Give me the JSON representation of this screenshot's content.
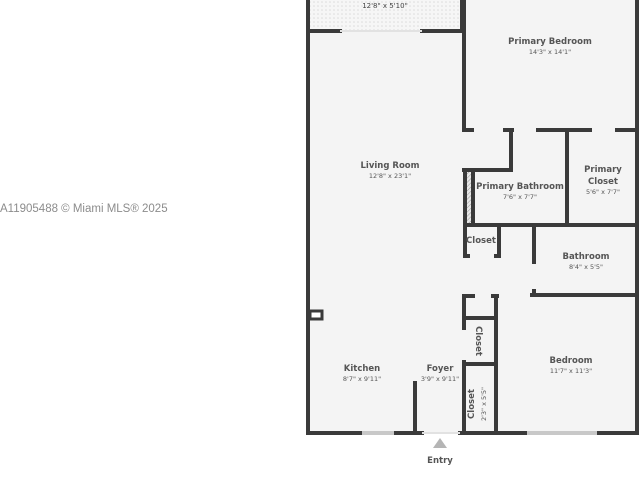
{
  "watermark": "A11905488 © Miami MLS® 2025",
  "colors": {
    "wall": "#3a3a3a",
    "floor": "#f4f4f4",
    "text": "#555555",
    "window": "#c8c8c8"
  },
  "rooms": {
    "balcony": {
      "dims": "12'8\" x 5'10\""
    },
    "primary_bedroom": {
      "name": "Primary Bedroom",
      "dims": "14'3\" x 14'1\""
    },
    "living_room": {
      "name": "Living Room",
      "dims": "12'8\" x 23'1\""
    },
    "primary_bathroom": {
      "name": "Primary Bathroom",
      "dims": "7'6\" x 7'7\""
    },
    "primary_closet": {
      "name_line1": "Primary",
      "name_line2": "Closet",
      "dims": "5'6\" x 7'7\""
    },
    "closet_hall": {
      "name": "Closet"
    },
    "bathroom": {
      "name": "Bathroom",
      "dims": "8'4\" x 5'5\""
    },
    "closet_foyer": {
      "name": "Closet"
    },
    "closet_bedroom": {
      "name": "Closet",
      "dims": "2'3\" x 5'5\""
    },
    "bedroom": {
      "name": "Bedroom",
      "dims": "11'7\" x 11'3\""
    },
    "kitchen": {
      "name": "Kitchen",
      "dims": "8'7\" x 9'11\""
    },
    "foyer": {
      "name": "Foyer",
      "dims": "3'9\" x 9'11\""
    }
  },
  "entry": {
    "label": "Entry",
    "icon": "triangle-up-icon"
  }
}
